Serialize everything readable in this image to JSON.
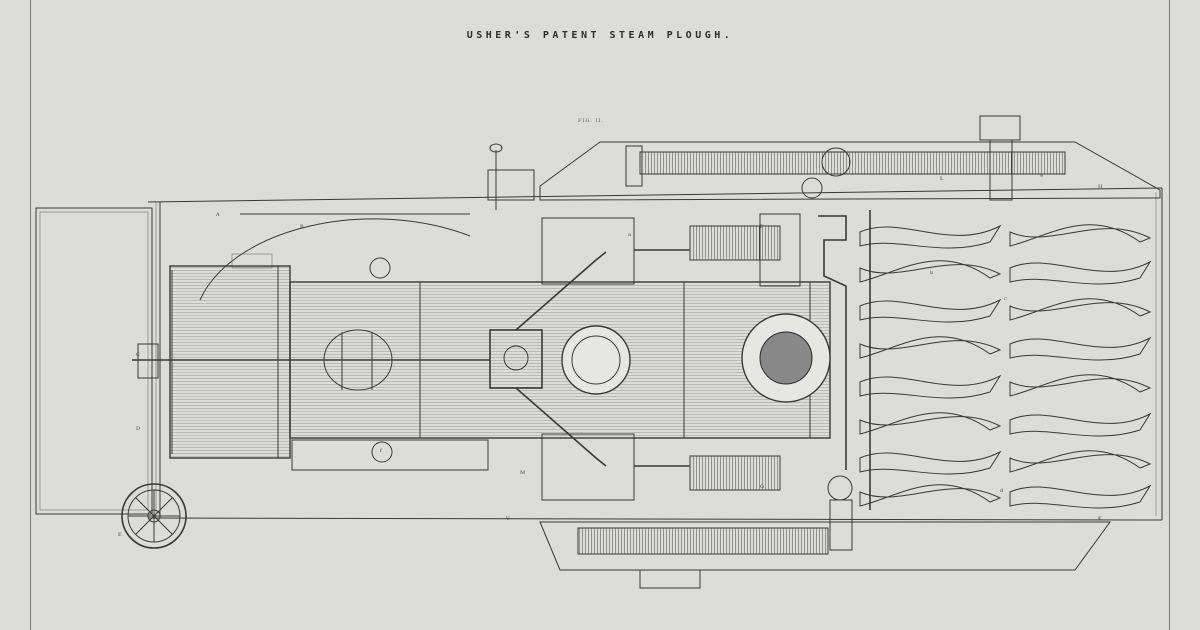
{
  "plate": {
    "title": "USHER'S PATENT STEAM PLOUGH.",
    "figure_label": "FIG. II."
  },
  "part_letters": [
    "A",
    "B",
    "C",
    "D",
    "E",
    "F",
    "G",
    "H",
    "K",
    "L",
    "M",
    "V",
    "a",
    "b",
    "c",
    "d",
    "f",
    "g"
  ]
}
